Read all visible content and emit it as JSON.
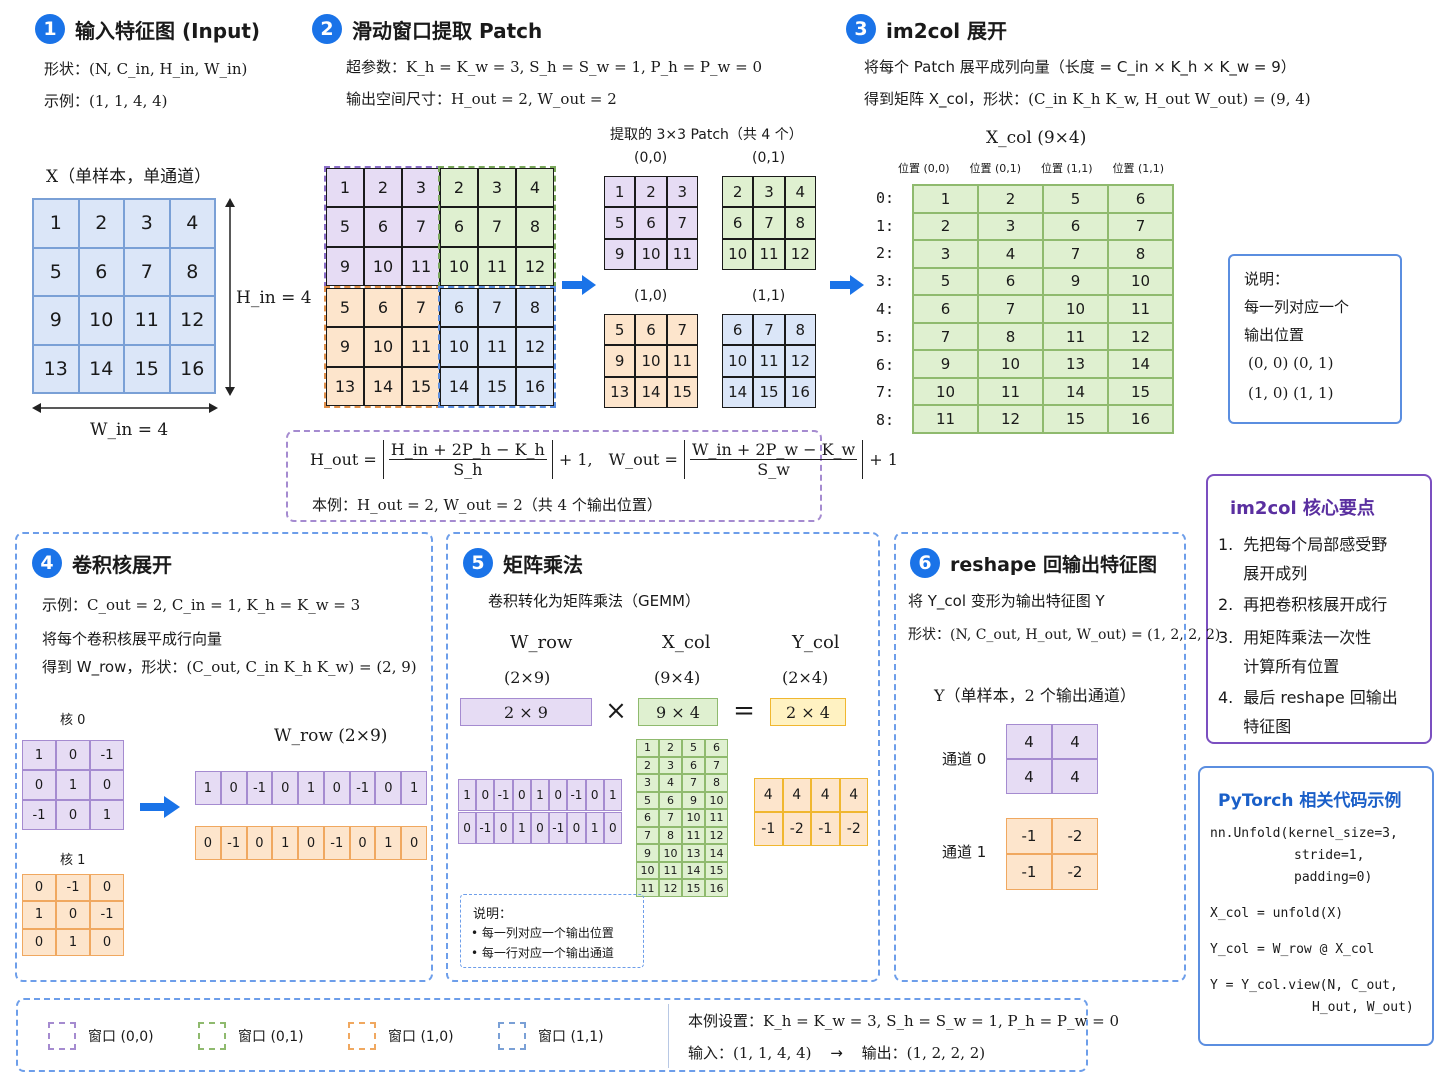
{
  "s1": {
    "num": "1",
    "title": "输入特征图 (Input)",
    "shape_label": "形状：",
    "shape_val": "(N, C_in, H_in, W_in)",
    "ex_label": "示例：",
    "ex_val": "(1, 1, 4, 4)",
    "x_title": "X（单样本，单通道）",
    "h_label": "H_in = 4",
    "w_label": "W_in = 4",
    "grid": [
      [
        "1",
        "2",
        "3",
        "4"
      ],
      [
        "5",
        "6",
        "7",
        "8"
      ],
      [
        "9",
        "10",
        "11",
        "12"
      ],
      [
        "13",
        "14",
        "15",
        "16"
      ]
    ]
  },
  "s2": {
    "num": "2",
    "title": "滑动窗口提取 Patch",
    "params_label": "超参数：",
    "params_val": "K_h = K_w = 3,  S_h = S_w = 1,  P_h = P_w = 0",
    "out_label": "输出空间尺寸：",
    "out_val": "H_out = 2,  W_out = 2",
    "windows": {
      "purple": [
        [
          "1",
          "2",
          "3"
        ],
        [
          "5",
          "6",
          "7"
        ],
        [
          "9",
          "10",
          "11"
        ]
      ],
      "green": [
        [
          "2",
          "3",
          "4"
        ],
        [
          "6",
          "7",
          "8"
        ],
        [
          "10",
          "11",
          "12"
        ]
      ],
      "orange": [
        [
          "5",
          "6",
          "7"
        ],
        [
          "9",
          "10",
          "11"
        ],
        [
          "13",
          "14",
          "15"
        ]
      ],
      "blue": [
        [
          "6",
          "7",
          "8"
        ],
        [
          "10",
          "11",
          "12"
        ],
        [
          "14",
          "15",
          "16"
        ]
      ]
    },
    "patch_title": "提取的 3×3 Patch（共 4 个）",
    "patch_labels": [
      "(0,0)",
      "(0,1)",
      "(1,0)",
      "(1,1)"
    ]
  },
  "formula": {
    "hout": "H_out =",
    "hout_num": "H_in + 2P_h − K_h",
    "hout_den": "S_h",
    "plus1": "+ 1,",
    "wout": "W_out =",
    "wout_num": "W_in + 2P_w − K_w",
    "wout_den": "S_w",
    "plus2": "+ 1",
    "ex_label": "本例：",
    "ex_val": "H_out = 2,  W_out = 2（共 4 个输出位置）"
  },
  "s3": {
    "num": "3",
    "title": "im2col 展开",
    "line1": "将每个 Patch 展平成列向量（长度 = C_in × K_h × K_w = 9）",
    "line2_label": "得到矩阵 X_col，形状：",
    "line2_val": "(C_in K_h K_w, H_out W_out) = (9, 4)",
    "xcol_title": "X_col  (9×4)",
    "col_headers": [
      "位置 (0,0)",
      "位置 (0,1)",
      "位置 (1,1)",
      "位置 (1,1)"
    ],
    "row_labels": [
      "0:",
      "1:",
      "2:",
      "3:",
      "4:",
      "5:",
      "6:",
      "7:",
      "8:"
    ],
    "rows": [
      [
        "1",
        "2",
        "5",
        "6"
      ],
      [
        "2",
        "3",
        "6",
        "7"
      ],
      [
        "3",
        "4",
        "7",
        "8"
      ],
      [
        "5",
        "6",
        "9",
        "10"
      ],
      [
        "6",
        "7",
        "10",
        "11"
      ],
      [
        "7",
        "8",
        "11",
        "12"
      ],
      [
        "9",
        "10",
        "13",
        "14"
      ],
      [
        "10",
        "11",
        "14",
        "15"
      ],
      [
        "11",
        "12",
        "15",
        "16"
      ]
    ],
    "note_title": "说明：",
    "note_l1": "每一列对应一个",
    "note_l2": "输出位置",
    "note_l3": "(0, 0)   (0, 1)",
    "note_l4": "(1, 0)   (1, 1)"
  },
  "key": {
    "title": "im2col 核心要点",
    "items": [
      {
        "n": "1.",
        "l1": "先把每个局部感受野",
        "l2": "展开成列"
      },
      {
        "n": "2.",
        "l1": "再把卷积核展开成行",
        "l2": ""
      },
      {
        "n": "3.",
        "l1": "用矩阵乘法一次性",
        "l2": "计算所有位置"
      },
      {
        "n": "4.",
        "l1": "最后 reshape 回输出",
        "l2": "特征图"
      }
    ]
  },
  "s4": {
    "num": "4",
    "title": "卷积核展开",
    "ex_label": "示例：",
    "ex_val": "C_out = 2,  C_in = 1,  K_h = K_w = 3",
    "line2": "将每个卷积核展平成行向量",
    "line3_label": "得到 W_row，形状：",
    "line3_val": "(C_out, C_in K_h K_w) = (2, 9)",
    "k0_label": "核 0",
    "k1_label": "核 1",
    "k0": [
      [
        "1",
        "0",
        "-1"
      ],
      [
        "0",
        "1",
        "0"
      ],
      [
        "-1",
        "0",
        "1"
      ]
    ],
    "k1": [
      [
        "0",
        "-1",
        "0"
      ],
      [
        "1",
        "0",
        "-1"
      ],
      [
        "0",
        "1",
        "0"
      ]
    ],
    "wrow_title": "W_row  (2×9)",
    "wrow": [
      [
        "1",
        "0",
        "-1",
        "0",
        "1",
        "0",
        "-1",
        "0",
        "1"
      ],
      [
        "0",
        "-1",
        "0",
        "1",
        "0",
        "-1",
        "0",
        "1",
        "0"
      ]
    ]
  },
  "s5": {
    "num": "5",
    "title": "矩阵乘法",
    "subtitle": "卷积转化为矩阵乘法（GEMM）",
    "w_name": "W_row",
    "w_dim": "(2×9)",
    "x_name": "X_col",
    "x_dim": "(9×4)",
    "y_name": "Y_col",
    "y_dim": "(2×4)",
    "w_box": "2 × 9",
    "x_box": "9 × 4",
    "y_box": "2 × 4",
    "times": "×",
    "eq": "=",
    "y_vals": [
      [
        "4",
        "4",
        "4",
        "4"
      ],
      [
        "-1",
        "-2",
        "-1",
        "-2"
      ]
    ],
    "note_title": "说明：",
    "note_1": "• 每一列对应一个输出位置",
    "note_2": "• 每一行对应一个输出通道"
  },
  "s6": {
    "num": "6",
    "title": "reshape 回输出特征图",
    "line1": "将 Y_col 变形为输出特征图 Y",
    "shape_label": "形状：",
    "shape_val": "(N, C_out, H_out, W_out) = (1, 2, 2, 2)",
    "y_title": "Y（单样本，2 个输出通道）",
    "ch0_label": "通道 0",
    "ch1_label": "通道 1",
    "ch0": [
      [
        "4",
        "4"
      ],
      [
        "4",
        "4"
      ]
    ],
    "ch1": [
      [
        "-1",
        "-2"
      ],
      [
        "-1",
        "-2"
      ]
    ]
  },
  "code": {
    "title": "PyTorch 相关代码示例",
    "l1": "nn.Unfold(kernel_size=3,",
    "l2": "stride=1,",
    "l3": "padding=0)",
    "l4": "X_col = unfold(X)",
    "l5": "Y_col = W_row @ X_col",
    "l6": "Y = Y_col.view(N, C_out,",
    "l7": "H_out, W_out)"
  },
  "legend": {
    "items": [
      "窗口 (0,0)",
      "窗口 (0,1)",
      "窗口 (1,0)",
      "窗口 (1,1)"
    ],
    "cfg_label": "本例设置：",
    "cfg_val": "K_h = K_w = 3,   S_h = S_w = 1,   P_h = P_w = 0",
    "in_label": "输入：",
    "in_val": "(1, 1, 4, 4)",
    "arrow": "→",
    "out_label": "输出：",
    "out_val": "(1, 2, 2, 2)"
  },
  "colors": {
    "accent": "#1a73e8",
    "purple": "#a58bd0",
    "green": "#8fba6e",
    "orange": "#f0a860",
    "blue": "#7aa0d6",
    "key_border": "#7b4fc0",
    "code_border": "#5b8ee0"
  }
}
